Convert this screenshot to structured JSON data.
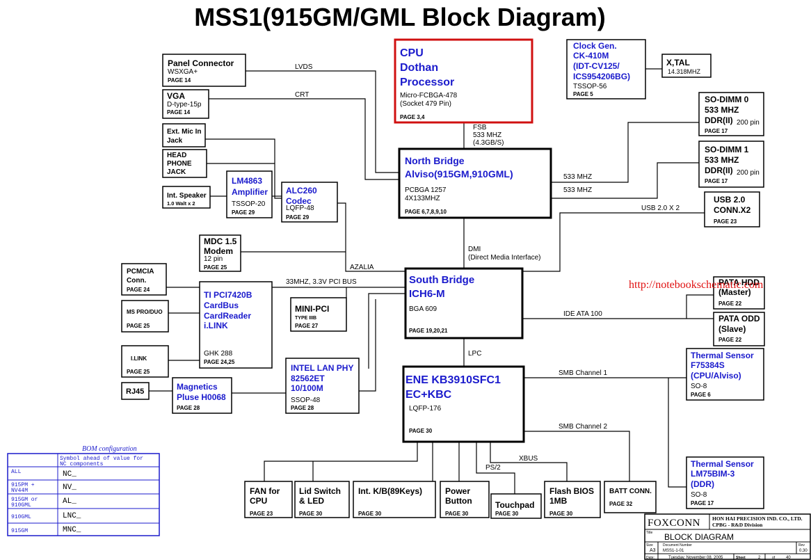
{
  "title": "MSS1(915GM/GML Block Diagram)",
  "url": "http://notebookschematic.com",
  "blocks": {
    "panel": {
      "t": "Panel Connector",
      "s": "WSXGA+",
      "p": "PAGE 14"
    },
    "vga": {
      "t": "VGA",
      "s": "D-type-15p",
      "p": "PAGE 14"
    },
    "extmic": {
      "t1": "Ext. Mic In",
      "t2": "Jack"
    },
    "head": {
      "t1": "HEAD",
      "t2": "PHONE",
      "t3": "JACK"
    },
    "speaker": {
      "t": "Int. Speaker",
      "s": "1.0 Walt x 2"
    },
    "lm4863": {
      "t1": "LM4863",
      "t2": "Amplifier",
      "s": "TSSOP-20",
      "p": "PAGE 29"
    },
    "alc260": {
      "t1": "ALC260",
      "t2": "Codec",
      "s": "LQFP-48",
      "p": "PAGE 29"
    },
    "cpu": {
      "t1": "CPU",
      "t2": "Dothan",
      "t3": "Processor",
      "s1": "Micro-FCBGA-478",
      "s2": "(Socket 479 Pin)",
      "p": "PAGE 3,4"
    },
    "clock": {
      "t1": "Clock Gen.",
      "t2": "CK-410M",
      "t3": "(IDT-CV125/",
      "t4": "ICS954206BG)",
      "s": "TSSOP-56",
      "p": "PAGE 5"
    },
    "xtal": {
      "t": "X,TAL",
      "s": "14.318MHZ"
    },
    "nb": {
      "t1": "North Bridge",
      "t2": "Alviso(915GM,910GML)",
      "s1": "PCBGA 1257",
      "s2": "4X133MHZ",
      "p": "PAGE 6,7,8,9,10"
    },
    "sodimm0": {
      "t1": "SO-DIMM 0",
      "t2": "533 MHZ",
      "t3": "DDR(II)",
      "s": "200 pin",
      "p": "PAGE 17"
    },
    "sodimm1": {
      "t1": "SO-DIMM 1",
      "t2": "533 MHZ",
      "t3": "DDR(II)",
      "s": "200 pin",
      "p": "PAGE 17"
    },
    "usb": {
      "t1": "USB 2.0",
      "t2": "CONN.X2",
      "p": "PAGE 23"
    },
    "mdc": {
      "t1": "MDC 1.5",
      "t2": "Modem",
      "s": "12 pin",
      "p": "PAGE 25"
    },
    "pcmcia": {
      "t1": "PCMCIA",
      "t2": "Conn.",
      "p": "PAGE 24"
    },
    "mspro": {
      "t": "MS PRO/DUO",
      "p": "PAGE 25"
    },
    "ilink": {
      "t": "I.LINK",
      "p": "PAGE 25"
    },
    "ti": {
      "t1": "TI PCI7420B",
      "t2": "CardBus",
      "t3": "CardReader",
      "t4": "i.LINK",
      "s": "GHK 288",
      "p": "PAGE 24,25"
    },
    "minipci": {
      "t": "MINI-PCI",
      "s": "TYPE IIIB",
      "p": "PAGE 27"
    },
    "sb": {
      "t1": "South Bridge",
      "t2": "ICH6-M",
      "s": "BGA 609",
      "p": "PAGE 19,20,21"
    },
    "pata_hdd": {
      "t1": "PATA HDD",
      "t2": "(Master)",
      "p": "PAGE 22"
    },
    "pata_odd": {
      "t1": "PATA ODD",
      "t2": "(Slave)",
      "p": "PAGE 22"
    },
    "rj45": {
      "t": "RJ45"
    },
    "magnetics": {
      "t1": "Magnetics",
      "t2": "Pluse H0068",
      "p": "PAGE 28"
    },
    "lan": {
      "t1": "INTEL LAN PHY",
      "t2": "82562ET",
      "t3": "10/100M",
      "s": "SSOP-48",
      "p": "PAGE 28"
    },
    "ec": {
      "t1": "ENE KB3910SFC1",
      "t2": "EC+KBC",
      "s": "LQFP-176",
      "p": "PAGE 30"
    },
    "thermal1": {
      "t1": "Thermal Sensor",
      "t2": "F75384S",
      "t3": "(CPU/Alviso)",
      "s": "SO-8",
      "p": "PAGE 6"
    },
    "thermal2": {
      "t1": "Thermal Sensor",
      "t2": "LM75BIM-3",
      "t3": "(DDR)",
      "s": "SO-8",
      "p": "PAGE 17"
    },
    "fan": {
      "t1": "FAN for",
      "t2": "CPU",
      "p": "PAGE 23"
    },
    "lid": {
      "t1": "Lid Switch",
      "t2": "& LED",
      "p": "PAGE 30"
    },
    "kb": {
      "t": "Int. K/B(89Keys)",
      "p": "PAGE 30"
    },
    "power": {
      "t1": "Power",
      "t2": "Button",
      "p": "PAGE 30"
    },
    "touchpad": {
      "t": "Touchpad",
      "p": "PAGE 30"
    },
    "flash": {
      "t1": "Flash BIOS",
      "t2": "1MB",
      "p": "PAGE 30"
    },
    "batt": {
      "t": "BATT CONN.",
      "p": "PAGE 32"
    }
  },
  "signals": {
    "lvds": "LVDS",
    "crt": "CRT",
    "fsb1": "FSB",
    "fsb2": "533 MHZ",
    "fsb3": "(4.3GB/S)",
    "mhz1": "533 MHZ",
    "mhz2": "533 MHZ",
    "usb": "USB 2.0 X 2",
    "dmi1": "DMI",
    "dmi2": "(Direct Media Interface)",
    "azalia": "AZALIA",
    "pci": "33MHZ, 3.3V PCI BUS",
    "ide": "IDE ATA 100",
    "lpc": "LPC",
    "smb1": "SMB Channel 1",
    "smb2": "SMB Channel 2",
    "ps2": "PS/2",
    "xbus": "XBUS"
  },
  "bom": {
    "title": "BOM configuration",
    "header": "Symbol ahead of value for",
    "header2": "NC components",
    "rows": [
      {
        "k": "ALL",
        "k2": "",
        "v": "NC_"
      },
      {
        "k": "915PM +",
        "k2": "NV44M",
        "v": "NV_"
      },
      {
        "k": "915GM or",
        "k2": "910GML",
        "v": "AL_"
      },
      {
        "k": "910GML",
        "k2": "",
        "v": "LNC_"
      },
      {
        "k": "915GM",
        "k2": "",
        "v": "MNC_"
      }
    ]
  },
  "titleblock": {
    "company": "FOXCONN",
    "company_sub1": "HON HAI PRECISION IND. CO., LTD.",
    "company_sub2": "CPBG - R&D Division",
    "title_lbl": "Title",
    "title": "BLOCK DIAGRAM",
    "size_lbl": "Size",
    "size": "A3",
    "doc_lbl": "Document Number",
    "doc": "MSS1-1-01",
    "rev_lbl": "Rev",
    "rev": "0.30",
    "date_lbl": "Date:",
    "date": "Tuesday, November 08, 2005",
    "sheet_lbl": "Sheet",
    "sheet": "2",
    "of_lbl": "of",
    "of": "40"
  }
}
